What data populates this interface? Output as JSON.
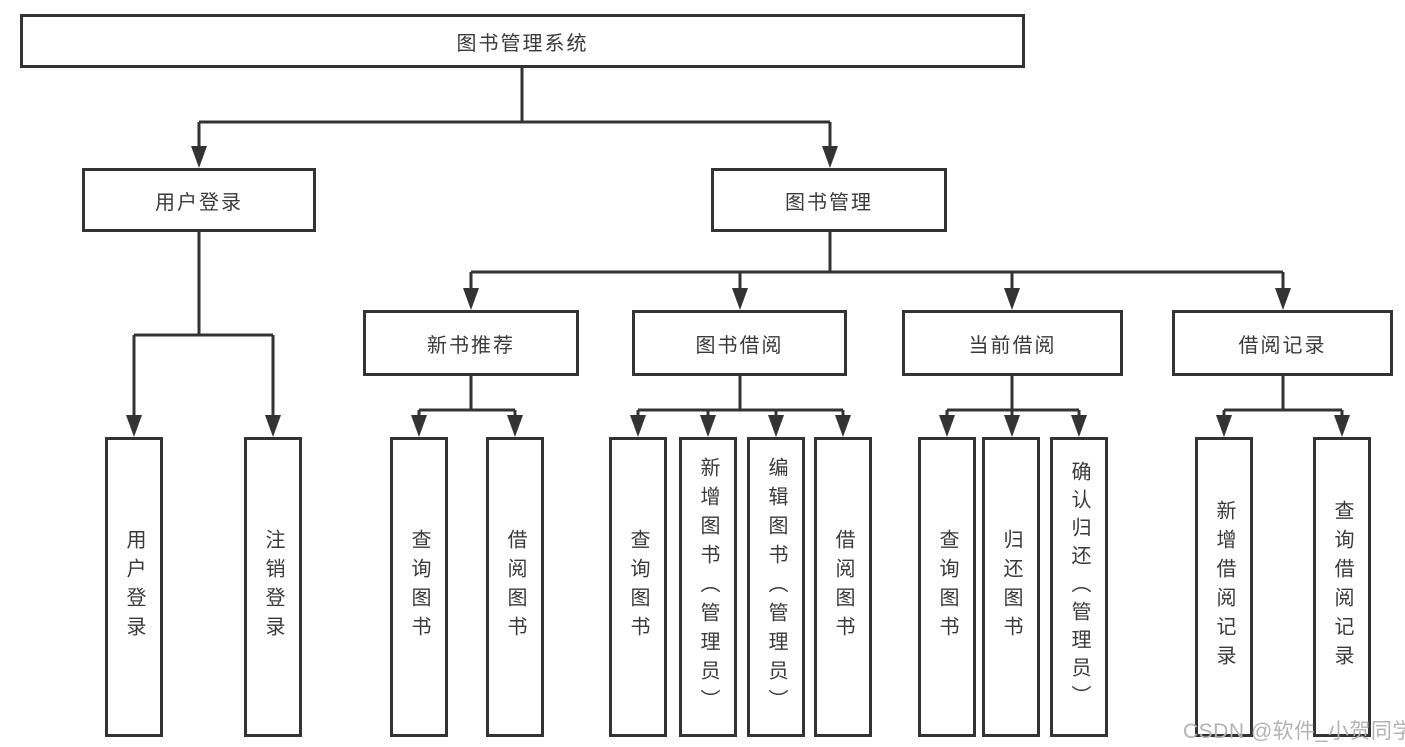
{
  "tree": {
    "root": {
      "label": "图书管理系统"
    },
    "branches": [
      {
        "label": "用户登录",
        "children": [
          {
            "label": "用户登录"
          },
          {
            "label": "注销登录"
          }
        ]
      },
      {
        "label": "图书管理",
        "children": [
          {
            "label": "新书推荐",
            "children": [
              {
                "label": "查询图书"
              },
              {
                "label": "借阅图书"
              }
            ]
          },
          {
            "label": "图书借阅",
            "children": [
              {
                "label": "查询图书"
              },
              {
                "label": "新增图书（管理员）"
              },
              {
                "label": "编辑图书（管理员）"
              },
              {
                "label": "借阅图书"
              }
            ]
          },
          {
            "label": "当前借阅",
            "children": [
              {
                "label": "查询图书"
              },
              {
                "label": "归还图书"
              },
              {
                "label": "确认归还（管理员）"
              }
            ]
          },
          {
            "label": "借阅记录",
            "children": [
              {
                "label": "新增借阅记录"
              },
              {
                "label": "查询借阅记录"
              }
            ]
          }
        ]
      }
    ]
  },
  "watermark": {
    "text": "CSDN @软件_小贺同学"
  },
  "colors": {
    "line": "#333333",
    "text": "#3a3a3a",
    "watermark": "#b3b3b3",
    "background": "#ffffff"
  }
}
